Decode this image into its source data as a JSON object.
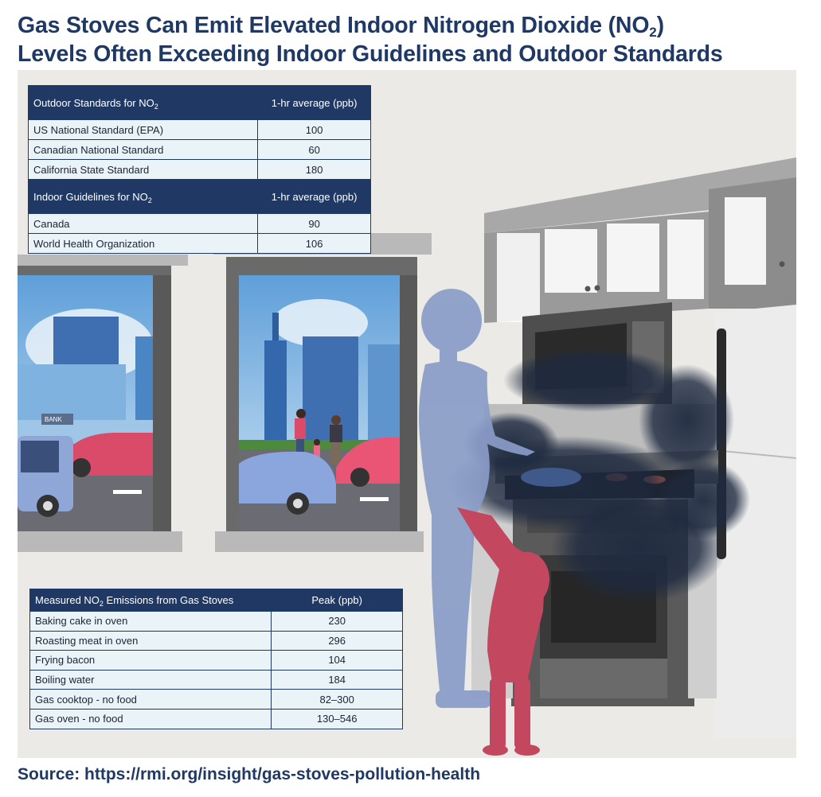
{
  "title": {
    "line1_prefix": "Gas Stoves Can Emit Elevated Indoor Nitrogen Dioxide (NO",
    "line1_sub": "2",
    "line1_suffix": ")",
    "line2": "Levels Often Exceeding Indoor Guidelines and Outdoor Standards"
  },
  "outdoor_standards": {
    "header_prefix": "Outdoor Standards for NO",
    "header_sub": "2",
    "value_header": "1-hr average (ppb)",
    "rows": [
      {
        "label": "US National Standard (EPA)",
        "value": "100"
      },
      {
        "label": "Canadian National Standard",
        "value": "60"
      },
      {
        "label": "California State Standard",
        "value": "180"
      }
    ]
  },
  "indoor_guidelines": {
    "header_prefix": "Indoor Guidelines for NO",
    "header_sub": "2",
    "value_header": "1-hr average (ppb)",
    "rows": [
      {
        "label": "Canada",
        "value": "90"
      },
      {
        "label": "World Health Organization",
        "value": "106"
      }
    ]
  },
  "emissions": {
    "header_prefix": "Measured NO",
    "header_sub": "2",
    "header_suffix": " Emissions from Gas Stoves",
    "value_header": "Peak (ppb)",
    "rows": [
      {
        "label": "Baking cake in oven",
        "value": "230"
      },
      {
        "label": "Roasting meat in oven",
        "value": "296"
      },
      {
        "label": "Frying bacon",
        "value": "104"
      },
      {
        "label": "Boiling water",
        "value": "184"
      },
      {
        "label": "Gas cooktop - no food",
        "value": "82–300"
      },
      {
        "label": "Gas oven - no food",
        "value": "130–546"
      }
    ]
  },
  "illustration": {
    "bank_sign": "BANK"
  },
  "source": "Source: https://rmi.org/insight/gas-stoves-pollution-health",
  "colors": {
    "navy": "#1f3864",
    "table_bg": "#e9f3f8",
    "adult_silhouette": "#8a9cc8",
    "child_silhouette": "#c2475f",
    "smoke": "#1e2a40"
  }
}
